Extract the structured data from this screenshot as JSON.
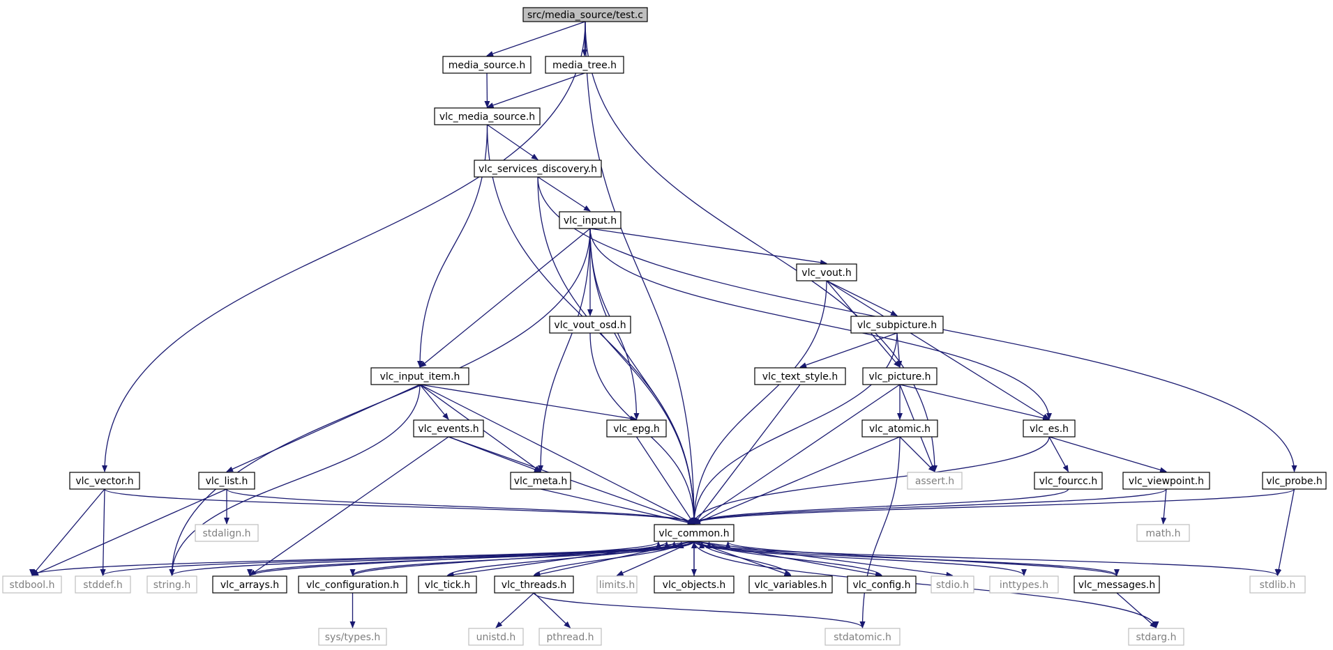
{
  "colors": {
    "edge": "#191970",
    "root_fill": "#bfbfbf",
    "node_stroke": "#000000",
    "external_stroke": "#bfbfbf",
    "external_text": "#7f7f7f",
    "text": "#000000",
    "background": "#ffffff"
  },
  "nodes": [
    {
      "id": "test_c",
      "label": "src/media_source/test.c",
      "kind": "root"
    },
    {
      "id": "media_source_h",
      "label": "media_source.h",
      "kind": "header"
    },
    {
      "id": "media_tree_h",
      "label": "media_tree.h",
      "kind": "header"
    },
    {
      "id": "vlc_media_source_h",
      "label": "vlc_media_source.h",
      "kind": "header"
    },
    {
      "id": "vlc_services_discovery_h",
      "label": "vlc_services_discovery.h",
      "kind": "header"
    },
    {
      "id": "vlc_input_h",
      "label": "vlc_input.h",
      "kind": "header"
    },
    {
      "id": "vlc_vout_h",
      "label": "vlc_vout.h",
      "kind": "header"
    },
    {
      "id": "vlc_vout_osd_h",
      "label": "vlc_vout_osd.h",
      "kind": "header"
    },
    {
      "id": "vlc_subpicture_h",
      "label": "vlc_subpicture.h",
      "kind": "header"
    },
    {
      "id": "vlc_input_item_h",
      "label": "vlc_input_item.h",
      "kind": "header"
    },
    {
      "id": "vlc_text_style_h",
      "label": "vlc_text_style.h",
      "kind": "header"
    },
    {
      "id": "vlc_picture_h",
      "label": "vlc_picture.h",
      "kind": "header"
    },
    {
      "id": "vlc_events_h",
      "label": "vlc_events.h",
      "kind": "header"
    },
    {
      "id": "vlc_epg_h",
      "label": "vlc_epg.h",
      "kind": "header"
    },
    {
      "id": "vlc_atomic_h",
      "label": "vlc_atomic.h",
      "kind": "header"
    },
    {
      "id": "vlc_es_h",
      "label": "vlc_es.h",
      "kind": "header"
    },
    {
      "id": "vlc_vector_h",
      "label": "vlc_vector.h",
      "kind": "header"
    },
    {
      "id": "vlc_list_h",
      "label": "vlc_list.h",
      "kind": "header"
    },
    {
      "id": "vlc_meta_h",
      "label": "vlc_meta.h",
      "kind": "header"
    },
    {
      "id": "assert_h",
      "label": "assert.h",
      "kind": "external"
    },
    {
      "id": "vlc_fourcc_h",
      "label": "vlc_fourcc.h",
      "kind": "header"
    },
    {
      "id": "vlc_viewpoint_h",
      "label": "vlc_viewpoint.h",
      "kind": "header"
    },
    {
      "id": "vlc_probe_h",
      "label": "vlc_probe.h",
      "kind": "header"
    },
    {
      "id": "stdalign_h",
      "label": "stdalign.h",
      "kind": "external"
    },
    {
      "id": "vlc_common_h",
      "label": "vlc_common.h",
      "kind": "header"
    },
    {
      "id": "math_h",
      "label": "math.h",
      "kind": "external"
    },
    {
      "id": "stdbool_h",
      "label": "stdbool.h",
      "kind": "external"
    },
    {
      "id": "stddef_h",
      "label": "stddef.h",
      "kind": "external"
    },
    {
      "id": "string_h",
      "label": "string.h",
      "kind": "external"
    },
    {
      "id": "vlc_arrays_h",
      "label": "vlc_arrays.h",
      "kind": "header"
    },
    {
      "id": "vlc_configuration_h",
      "label": "vlc_configuration.h",
      "kind": "header"
    },
    {
      "id": "vlc_tick_h",
      "label": "vlc_tick.h",
      "kind": "header"
    },
    {
      "id": "vlc_threads_h",
      "label": "vlc_threads.h",
      "kind": "header"
    },
    {
      "id": "limits_h",
      "label": "limits.h",
      "kind": "external"
    },
    {
      "id": "vlc_objects_h",
      "label": "vlc_objects.h",
      "kind": "header"
    },
    {
      "id": "vlc_variables_h",
      "label": "vlc_variables.h",
      "kind": "header"
    },
    {
      "id": "vlc_config_h",
      "label": "vlc_config.h",
      "kind": "header"
    },
    {
      "id": "stdio_h",
      "label": "stdio.h",
      "kind": "external"
    },
    {
      "id": "inttypes_h",
      "label": "inttypes.h",
      "kind": "external"
    },
    {
      "id": "vlc_messages_h",
      "label": "vlc_messages.h",
      "kind": "header"
    },
    {
      "id": "stdlib_h",
      "label": "stdlib.h",
      "kind": "external"
    },
    {
      "id": "sys_types_h",
      "label": "sys/types.h",
      "kind": "external"
    },
    {
      "id": "unistd_h",
      "label": "unistd.h",
      "kind": "external"
    },
    {
      "id": "pthread_h",
      "label": "pthread.h",
      "kind": "external"
    },
    {
      "id": "stdatomic_h",
      "label": "stdatomic.h",
      "kind": "external"
    },
    {
      "id": "stdarg_h",
      "label": "stdarg.h",
      "kind": "external"
    }
  ],
  "edges": [
    [
      "test_c",
      "media_source_h"
    ],
    [
      "test_c",
      "media_tree_h"
    ],
    [
      "test_c",
      "vlc_vector_h"
    ],
    [
      "test_c",
      "assert_h"
    ],
    [
      "test_c",
      "vlc_common_h"
    ],
    [
      "media_source_h",
      "vlc_media_source_h"
    ],
    [
      "media_tree_h",
      "vlc_media_source_h"
    ],
    [
      "vlc_media_source_h",
      "vlc_services_discovery_h"
    ],
    [
      "vlc_media_source_h",
      "vlc_input_item_h"
    ],
    [
      "vlc_media_source_h",
      "vlc_common_h"
    ],
    [
      "vlc_services_discovery_h",
      "vlc_input_h"
    ],
    [
      "vlc_services_discovery_h",
      "vlc_probe_h"
    ],
    [
      "vlc_services_discovery_h",
      "vlc_common_h"
    ],
    [
      "vlc_input_h",
      "vlc_vout_h"
    ],
    [
      "vlc_input_h",
      "vlc_vout_osd_h"
    ],
    [
      "vlc_input_h",
      "vlc_input_item_h"
    ],
    [
      "vlc_input_h",
      "vlc_epg_h"
    ],
    [
      "vlc_input_h",
      "vlc_meta_h"
    ],
    [
      "vlc_input_h",
      "vlc_es_h"
    ],
    [
      "vlc_input_h",
      "string_h"
    ],
    [
      "vlc_input_h",
      "vlc_common_h"
    ],
    [
      "vlc_vout_h",
      "vlc_subpicture_h"
    ],
    [
      "vlc_vout_h",
      "vlc_picture_h"
    ],
    [
      "vlc_vout_h",
      "vlc_es_h"
    ],
    [
      "vlc_vout_h",
      "vlc_common_h"
    ],
    [
      "vlc_vout_osd_h",
      "vlc_common_h"
    ],
    [
      "vlc_subpicture_h",
      "vlc_text_style_h"
    ],
    [
      "vlc_subpicture_h",
      "vlc_picture_h"
    ],
    [
      "vlc_subpicture_h",
      "vlc_common_h"
    ],
    [
      "vlc_input_item_h",
      "vlc_events_h"
    ],
    [
      "vlc_input_item_h",
      "vlc_epg_h"
    ],
    [
      "vlc_input_item_h",
      "vlc_meta_h"
    ],
    [
      "vlc_input_item_h",
      "vlc_list_h"
    ],
    [
      "vlc_input_item_h",
      "string_h"
    ],
    [
      "vlc_input_item_h",
      "vlc_common_h"
    ],
    [
      "vlc_text_style_h",
      "vlc_common_h"
    ],
    [
      "vlc_picture_h",
      "vlc_atomic_h"
    ],
    [
      "vlc_picture_h",
      "vlc_es_h"
    ],
    [
      "vlc_picture_h",
      "assert_h"
    ],
    [
      "vlc_picture_h",
      "vlc_common_h"
    ],
    [
      "vlc_events_h",
      "vlc_meta_h"
    ],
    [
      "vlc_events_h",
      "vlc_arrays_h"
    ],
    [
      "vlc_events_h",
      "vlc_common_h"
    ],
    [
      "vlc_epg_h",
      "vlc_common_h"
    ],
    [
      "vlc_atomic_h",
      "assert_h"
    ],
    [
      "vlc_atomic_h",
      "stdatomic_h"
    ],
    [
      "vlc_atomic_h",
      "vlc_common_h"
    ],
    [
      "vlc_es_h",
      "vlc_fourcc_h"
    ],
    [
      "vlc_es_h",
      "vlc_viewpoint_h"
    ],
    [
      "vlc_es_h",
      "vlc_common_h"
    ],
    [
      "vlc_vector_h",
      "stdbool_h"
    ],
    [
      "vlc_vector_h",
      "stddef_h"
    ],
    [
      "vlc_vector_h",
      "vlc_common_h"
    ],
    [
      "vlc_list_h",
      "stdalign_h"
    ],
    [
      "vlc_list_h",
      "stdbool_h"
    ],
    [
      "vlc_list_h",
      "vlc_common_h"
    ],
    [
      "vlc_meta_h",
      "vlc_common_h"
    ],
    [
      "vlc_fourcc_h",
      "vlc_common_h"
    ],
    [
      "vlc_viewpoint_h",
      "math_h"
    ],
    [
      "vlc_viewpoint_h",
      "vlc_common_h"
    ],
    [
      "vlc_probe_h",
      "stdlib_h"
    ],
    [
      "vlc_probe_h",
      "vlc_common_h"
    ],
    [
      "vlc_common_h",
      "stdbool_h"
    ],
    [
      "vlc_common_h",
      "stddef_h"
    ],
    [
      "vlc_common_h",
      "string_h"
    ],
    [
      "vlc_common_h",
      "vlc_arrays_h"
    ],
    [
      "vlc_common_h",
      "vlc_configuration_h"
    ],
    [
      "vlc_common_h",
      "vlc_tick_h"
    ],
    [
      "vlc_common_h",
      "vlc_threads_h"
    ],
    [
      "vlc_common_h",
      "limits_h"
    ],
    [
      "vlc_common_h",
      "vlc_objects_h"
    ],
    [
      "vlc_common_h",
      "vlc_variables_h"
    ],
    [
      "vlc_common_h",
      "vlc_config_h"
    ],
    [
      "vlc_common_h",
      "stdio_h"
    ],
    [
      "vlc_common_h",
      "inttypes_h"
    ],
    [
      "vlc_common_h",
      "vlc_messages_h"
    ],
    [
      "vlc_common_h",
      "stdlib_h"
    ],
    [
      "vlc_common_h",
      "stdarg_h"
    ],
    [
      "vlc_arrays_h",
      "vlc_common_h"
    ],
    [
      "vlc_configuration_h",
      "vlc_common_h"
    ],
    [
      "vlc_tick_h",
      "vlc_common_h"
    ],
    [
      "vlc_threads_h",
      "vlc_common_h"
    ],
    [
      "vlc_objects_h",
      "vlc_common_h"
    ],
    [
      "vlc_variables_h",
      "vlc_common_h"
    ],
    [
      "vlc_config_h",
      "vlc_common_h"
    ],
    [
      "vlc_messages_h",
      "vlc_common_h"
    ],
    [
      "vlc_configuration_h",
      "sys_types_h"
    ],
    [
      "vlc_threads_h",
      "unistd_h"
    ],
    [
      "vlc_threads_h",
      "pthread_h"
    ],
    [
      "vlc_threads_h",
      "stdatomic_h"
    ],
    [
      "vlc_messages_h",
      "stdarg_h"
    ]
  ]
}
